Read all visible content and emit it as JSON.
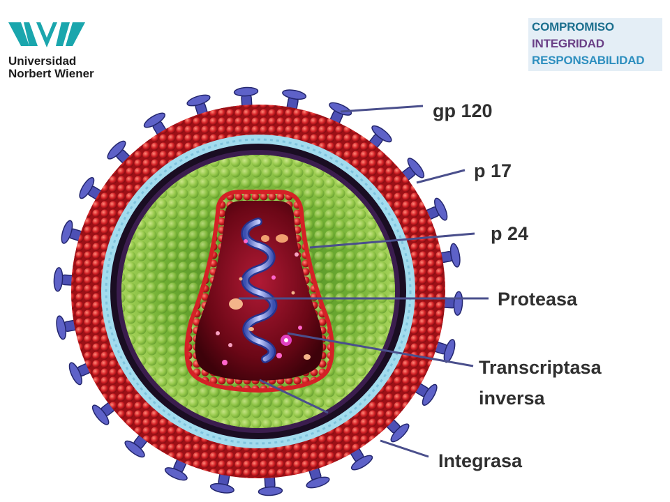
{
  "logo": {
    "line1": "Universidad",
    "line2": "Norbert Wiener",
    "color": "#1aa6ad"
  },
  "values": [
    "COMPROMISO",
    "INTEGRIDAD",
    "RESPONSABILIDAD"
  ],
  "labels": {
    "gp120": "gp 120",
    "p17": "p 17",
    "p24": "p 24",
    "proteasa": "Proteasa",
    "transcriptasa_1": "Transcriptasa",
    "transcriptasa_2": "inversa",
    "integrasa": "Integrasa"
  },
  "colors": {
    "envelope": "#c81e25",
    "spike": "#5052b8",
    "matrix": "#9fd9ec",
    "capsid_green": "#8fc443",
    "core": "#7a0a1a"
  }
}
